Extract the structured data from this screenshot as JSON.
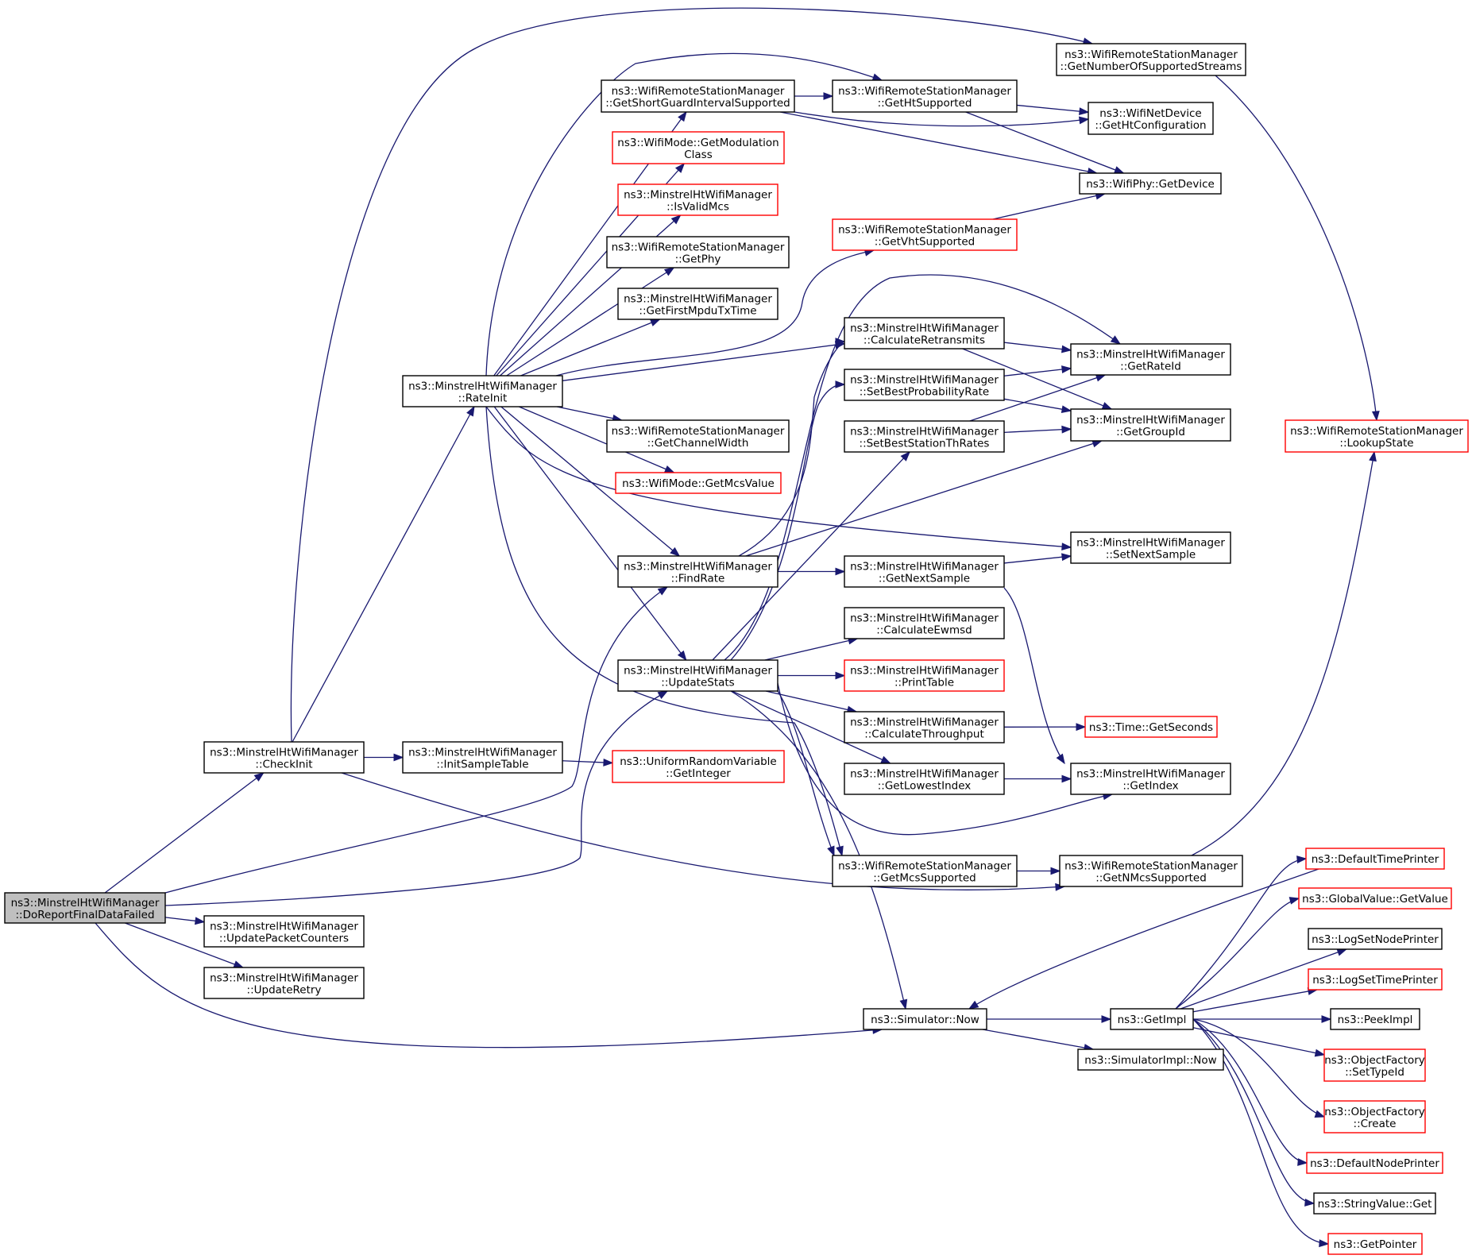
{
  "nodes": {
    "DoReportFinalDataFailed": {
      "lines": [
        "ns3::MinstrelHtWifiManager",
        "::DoReportFinalDataFailed"
      ],
      "style": "root"
    },
    "CheckInit": {
      "lines": [
        "ns3::MinstrelHtWifiManager",
        "::CheckInit"
      ],
      "style": "normal"
    },
    "UpdatePacketCounters": {
      "lines": [
        "ns3::MinstrelHtWifiManager",
        "::UpdatePacketCounters"
      ],
      "style": "normal"
    },
    "UpdateRetry": {
      "lines": [
        "ns3::MinstrelHtWifiManager",
        "::UpdateRetry"
      ],
      "style": "normal"
    },
    "RateInit": {
      "lines": [
        "ns3::MinstrelHtWifiManager",
        "::RateInit"
      ],
      "style": "normal"
    },
    "InitSampleTable": {
      "lines": [
        "ns3::MinstrelHtWifiManager",
        "::InitSampleTable"
      ],
      "style": "normal"
    },
    "GetShortGuardIntervalSupported": {
      "lines": [
        "ns3::WifiRemoteStationManager",
        "::GetShortGuardIntervalSupported"
      ],
      "style": "normal"
    },
    "GetModulationClass": {
      "lines": [
        "ns3::WifiMode::GetModulation",
        "Class"
      ],
      "style": "red"
    },
    "IsValidMcs": {
      "lines": [
        "ns3::MinstrelHtWifiManager",
        "::IsValidMcs"
      ],
      "style": "red"
    },
    "GetPhy": {
      "lines": [
        "ns3::WifiRemoteStationManager",
        "::GetPhy"
      ],
      "style": "normal"
    },
    "GetFirstMpduTxTime": {
      "lines": [
        "ns3::MinstrelHtWifiManager",
        "::GetFirstMpduTxTime"
      ],
      "style": "normal"
    },
    "GetChannelWidth": {
      "lines": [
        "ns3::WifiRemoteStationManager",
        "::GetChannelWidth"
      ],
      "style": "normal"
    },
    "GetMcsValue": {
      "lines": [
        "ns3::WifiMode::GetMcsValue"
      ],
      "style": "red"
    },
    "FindRate": {
      "lines": [
        "ns3::MinstrelHtWifiManager",
        "::FindRate"
      ],
      "style": "normal"
    },
    "UpdateStats": {
      "lines": [
        "ns3::MinstrelHtWifiManager",
        "::UpdateStats"
      ],
      "style": "normal"
    },
    "GetInteger": {
      "lines": [
        "ns3::UniformRandomVariable",
        "::GetInteger"
      ],
      "style": "red"
    },
    "GetHtSupported": {
      "lines": [
        "ns3::WifiRemoteStationManager",
        "::GetHtSupported"
      ],
      "style": "normal"
    },
    "GetVhtSupported": {
      "lines": [
        "ns3::WifiRemoteStationManager",
        "::GetVhtSupported"
      ],
      "style": "red"
    },
    "CalculateRetransmits": {
      "lines": [
        "ns3::MinstrelHtWifiManager",
        "::CalculateRetransmits"
      ],
      "style": "normal"
    },
    "SetBestProbabilityRate": {
      "lines": [
        "ns3::MinstrelHtWifiManager",
        "::SetBestProbabilityRate"
      ],
      "style": "normal"
    },
    "SetBestStationThRates": {
      "lines": [
        "ns3::MinstrelHtWifiManager",
        "::SetBestStationThRates"
      ],
      "style": "normal"
    },
    "GetNextSample": {
      "lines": [
        "ns3::MinstrelHtWifiManager",
        "::GetNextSample"
      ],
      "style": "normal"
    },
    "CalculateEwmsd": {
      "lines": [
        "ns3::MinstrelHtWifiManager",
        "::CalculateEwmsd"
      ],
      "style": "normal"
    },
    "PrintTable": {
      "lines": [
        "ns3::MinstrelHtWifiManager",
        "::PrintTable"
      ],
      "style": "red"
    },
    "CalculateThroughput": {
      "lines": [
        "ns3::MinstrelHtWifiManager",
        "::CalculateThroughput"
      ],
      "style": "normal"
    },
    "GetLowestIndex": {
      "lines": [
        "ns3::MinstrelHtWifiManager",
        "::GetLowestIndex"
      ],
      "style": "normal"
    },
    "GetMcsSupported": {
      "lines": [
        "ns3::WifiRemoteStationManager",
        "::GetMcsSupported"
      ],
      "style": "normal"
    },
    "SimulatorNow": {
      "lines": [
        "ns3::Simulator::Now"
      ],
      "style": "normal"
    },
    "GetNumberOfSupportedStreams": {
      "lines": [
        "ns3::WifiRemoteStationManager",
        "::GetNumberOfSupportedStreams"
      ],
      "style": "normal"
    },
    "GetHtConfiguration": {
      "lines": [
        "ns3::WifiNetDevice",
        "::GetHtConfiguration"
      ],
      "style": "normal"
    },
    "GetDevice": {
      "lines": [
        "ns3::WifiPhy::GetDevice"
      ],
      "style": "normal"
    },
    "GetRateId": {
      "lines": [
        "ns3::MinstrelHtWifiManager",
        "::GetRateId"
      ],
      "style": "normal"
    },
    "GetGroupId": {
      "lines": [
        "ns3::MinstrelHtWifiManager",
        "::GetGroupId"
      ],
      "style": "normal"
    },
    "SetNextSample": {
      "lines": [
        "ns3::MinstrelHtWifiManager",
        "::SetNextSample"
      ],
      "style": "normal"
    },
    "GetSeconds": {
      "lines": [
        "ns3::Time::GetSeconds"
      ],
      "style": "red"
    },
    "GetIndex": {
      "lines": [
        "ns3::MinstrelHtWifiManager",
        "::GetIndex"
      ],
      "style": "normal"
    },
    "GetNMcsSupported": {
      "lines": [
        "ns3::WifiRemoteStationManager",
        "::GetNMcsSupported"
      ],
      "style": "normal"
    },
    "GetImpl": {
      "lines": [
        "ns3::GetImpl"
      ],
      "style": "normal"
    },
    "SimulatorImplNow": {
      "lines": [
        "ns3::SimulatorImpl::Now"
      ],
      "style": "normal"
    },
    "LookupState": {
      "lines": [
        "ns3::WifiRemoteStationManager",
        "::LookupState"
      ],
      "style": "red"
    },
    "DefaultTimePrinter": {
      "lines": [
        "ns3::DefaultTimePrinter"
      ],
      "style": "red"
    },
    "GlobalValueGetValue": {
      "lines": [
        "ns3::GlobalValue::GetValue"
      ],
      "style": "red"
    },
    "LogSetNodePrinter": {
      "lines": [
        "ns3::LogSetNodePrinter"
      ],
      "style": "normal"
    },
    "LogSetTimePrinter": {
      "lines": [
        "ns3::LogSetTimePrinter"
      ],
      "style": "red"
    },
    "PeekImpl": {
      "lines": [
        "ns3::PeekImpl"
      ],
      "style": "normal"
    },
    "ObjectFactorySetTypeId": {
      "lines": [
        "ns3::ObjectFactory",
        "::SetTypeId"
      ],
      "style": "red"
    },
    "ObjectFactoryCreate": {
      "lines": [
        "ns3::ObjectFactory",
        "::Create"
      ],
      "style": "red"
    },
    "DefaultNodePrinter": {
      "lines": [
        "ns3::DefaultNodePrinter"
      ],
      "style": "red"
    },
    "StringValueGet": {
      "lines": [
        "ns3::StringValue::Get"
      ],
      "style": "normal"
    },
    "GetPointer": {
      "lines": [
        "ns3::GetPointer"
      ],
      "style": "red"
    }
  },
  "edges": [
    [
      "DoReportFinalDataFailed",
      "CheckInit"
    ],
    [
      "DoReportFinalDataFailed",
      "FindRate"
    ],
    [
      "DoReportFinalDataFailed",
      "UpdateStats"
    ],
    [
      "DoReportFinalDataFailed",
      "UpdatePacketCounters"
    ],
    [
      "DoReportFinalDataFailed",
      "UpdateRetry"
    ],
    [
      "DoReportFinalDataFailed",
      "SimulatorNow"
    ],
    [
      "CheckInit",
      "RateInit"
    ],
    [
      "CheckInit",
      "InitSampleTable"
    ],
    [
      "CheckInit",
      "GetNumberOfSupportedStreams"
    ],
    [
      "CheckInit",
      "GetNMcsSupported"
    ],
    [
      "RateInit",
      "GetShortGuardIntervalSupported"
    ],
    [
      "RateInit",
      "GetModulationClass"
    ],
    [
      "RateInit",
      "IsValidMcs"
    ],
    [
      "RateInit",
      "GetPhy"
    ],
    [
      "RateInit",
      "GetFirstMpduTxTime"
    ],
    [
      "RateInit",
      "GetChannelWidth"
    ],
    [
      "RateInit",
      "GetMcsValue"
    ],
    [
      "RateInit",
      "FindRate"
    ],
    [
      "RateInit",
      "UpdateStats"
    ],
    [
      "RateInit",
      "GetHtSupported"
    ],
    [
      "RateInit",
      "GetVhtSupported"
    ],
    [
      "RateInit",
      "CalculateRetransmits"
    ],
    [
      "RateInit",
      "SetNextSample"
    ],
    [
      "RateInit",
      "GetMcsSupported"
    ],
    [
      "InitSampleTable",
      "GetInteger"
    ],
    [
      "GetShortGuardIntervalSupported",
      "GetHtSupported"
    ],
    [
      "GetShortGuardIntervalSupported",
      "GetHtConfiguration"
    ],
    [
      "GetShortGuardIntervalSupported",
      "GetDevice"
    ],
    [
      "GetHtSupported",
      "GetHtConfiguration"
    ],
    [
      "GetHtSupported",
      "GetDevice"
    ],
    [
      "GetVhtSupported",
      "GetDevice"
    ],
    [
      "FindRate",
      "GetNextSample"
    ],
    [
      "FindRate",
      "CalculateRetransmits"
    ],
    [
      "FindRate",
      "GetGroupId"
    ],
    [
      "UpdateStats",
      "CalculateEwmsd"
    ],
    [
      "UpdateStats",
      "PrintTable"
    ],
    [
      "UpdateStats",
      "CalculateThroughput"
    ],
    [
      "UpdateStats",
      "GetLowestIndex"
    ],
    [
      "UpdateStats",
      "GetMcsSupported"
    ],
    [
      "UpdateStats",
      "SimulatorNow"
    ],
    [
      "UpdateStats",
      "SetBestProbabilityRate"
    ],
    [
      "UpdateStats",
      "SetBestStationThRates"
    ],
    [
      "UpdateStats",
      "GetRateId"
    ],
    [
      "UpdateStats",
      "GetIndex"
    ],
    [
      "CalculateRetransmits",
      "GetRateId"
    ],
    [
      "CalculateRetransmits",
      "GetGroupId"
    ],
    [
      "SetBestProbabilityRate",
      "GetRateId"
    ],
    [
      "SetBestProbabilityRate",
      "GetGroupId"
    ],
    [
      "SetBestStationThRates",
      "GetGroupId"
    ],
    [
      "SetBestStationThRates",
      "GetRateId"
    ],
    [
      "GetNextSample",
      "SetNextSample"
    ],
    [
      "GetNextSample",
      "GetIndex"
    ],
    [
      "CalculateThroughput",
      "GetSeconds"
    ],
    [
      "GetLowestIndex",
      "GetIndex"
    ],
    [
      "GetMcsSupported",
      "GetNMcsSupported"
    ],
    [
      "GetNMcsSupported",
      "LookupState"
    ],
    [
      "GetNumberOfSupportedStreams",
      "LookupState"
    ],
    [
      "SimulatorNow",
      "GetImpl"
    ],
    [
      "SimulatorNow",
      "SimulatorImplNow"
    ],
    [
      "GetImpl",
      "DefaultTimePrinter"
    ],
    [
      "GetImpl",
      "GlobalValueGetValue"
    ],
    [
      "GetImpl",
      "LogSetNodePrinter"
    ],
    [
      "GetImpl",
      "LogSetTimePrinter"
    ],
    [
      "GetImpl",
      "PeekImpl"
    ],
    [
      "GetImpl",
      "ObjectFactorySetTypeId"
    ],
    [
      "GetImpl",
      "ObjectFactoryCreate"
    ],
    [
      "GetImpl",
      "DefaultNodePrinter"
    ],
    [
      "GetImpl",
      "StringValueGet"
    ],
    [
      "GetImpl",
      "GetPointer"
    ],
    [
      "DefaultTimePrinter",
      "SimulatorNow"
    ]
  ],
  "colors": {
    "edge": "#191970",
    "root_fill": "#bfbfbf",
    "red_border": "#ff0000",
    "border": "#000000"
  }
}
